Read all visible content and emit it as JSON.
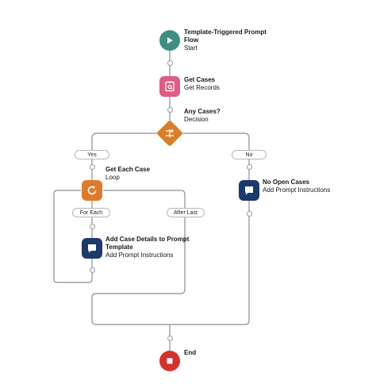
{
  "flow": {
    "start": {
      "title": "Template-Triggered Prompt Flow",
      "subtitle": "Start"
    },
    "get_records": {
      "title": "Get Cases",
      "subtitle": "Get Records"
    },
    "decision": {
      "title": "Any Cases?",
      "subtitle": "Decision"
    },
    "branches": {
      "yes": "Yes",
      "no": "No"
    },
    "loop": {
      "title": "Get Each Case",
      "subtitle": "Loop"
    },
    "loop_paths": {
      "for_each": "For Each",
      "after_last": "After Last"
    },
    "add_details": {
      "title": "Add Case Details to Prompt Template",
      "subtitle": "Add Prompt Instructions"
    },
    "no_open": {
      "title": "No Open Cases",
      "subtitle": "Add Prompt Instructions"
    },
    "end": {
      "title": "End"
    }
  },
  "icons": {
    "start": "play-icon",
    "get_records": "record-search-icon",
    "decision": "decision-icon",
    "loop": "loop-icon",
    "prompt": "chat-bubble-icon",
    "end": "stop-icon"
  },
  "colors": {
    "start": "#3e8e85",
    "get_records": "#de5d84",
    "decision": "#d98026",
    "loop": "#dd7a2b",
    "prompt": "#1c3a6b",
    "end": "#d6322d",
    "connector": "#8e8e8e"
  }
}
